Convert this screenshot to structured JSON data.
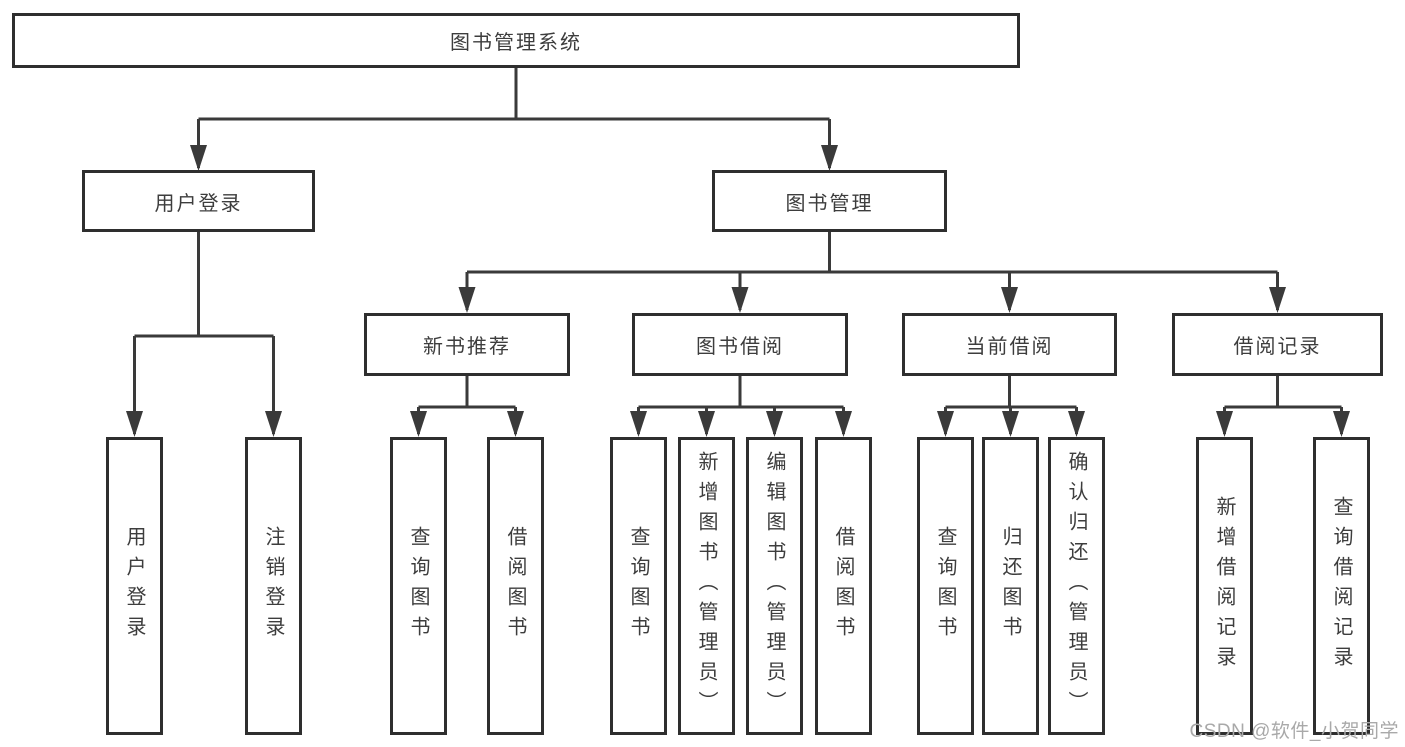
{
  "colors": {
    "line": "#3a3a3a",
    "box_border": "#2e2e2e",
    "text": "#3d3d3d",
    "background": "#ffffff",
    "watermark": "#a9a9a9"
  },
  "diagram": {
    "type": "hierarchy-flowchart",
    "root": {
      "label": "图书管理系统"
    },
    "level2": [
      {
        "label": "用户登录"
      },
      {
        "label": "图书管理"
      }
    ],
    "level3": [
      {
        "label": "新书推荐",
        "parent": "图书管理"
      },
      {
        "label": "图书借阅",
        "parent": "图书管理"
      },
      {
        "label": "当前借阅",
        "parent": "图书管理"
      },
      {
        "label": "借阅记录",
        "parent": "图书管理"
      }
    ],
    "leaves": [
      {
        "label": "用户登录",
        "parent": "用户登录"
      },
      {
        "label": "注销登录",
        "parent": "用户登录"
      },
      {
        "label": "查询图书",
        "parent": "新书推荐"
      },
      {
        "label": "借阅图书",
        "parent": "新书推荐"
      },
      {
        "label": "查询图书",
        "parent": "图书借阅"
      },
      {
        "label": "新增图书（管理员）",
        "parent": "图书借阅"
      },
      {
        "label": "编辑图书（管理员）",
        "parent": "图书借阅"
      },
      {
        "label": "借阅图书",
        "parent": "图书借阅"
      },
      {
        "label": "查询图书",
        "parent": "当前借阅"
      },
      {
        "label": "归还图书",
        "parent": "当前借阅"
      },
      {
        "label": "确认归还（管理员）",
        "parent": "当前借阅"
      },
      {
        "label": "新增借阅记录",
        "parent": "借阅记录"
      },
      {
        "label": "查询借阅记录",
        "parent": "借阅记录"
      }
    ]
  },
  "watermark": {
    "text": "CSDN @软件_小贺同学"
  }
}
